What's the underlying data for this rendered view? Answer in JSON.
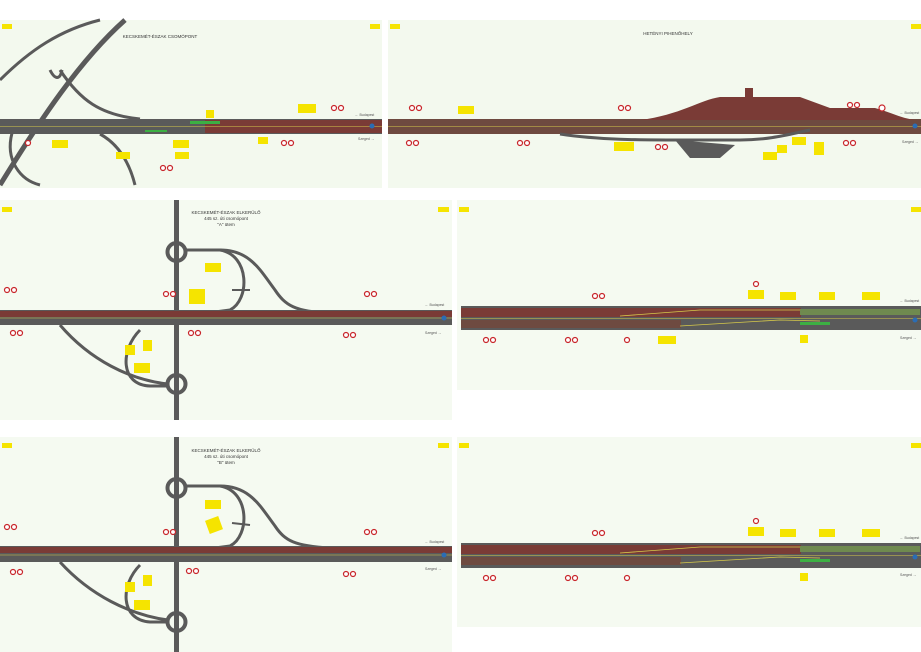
{
  "panels": [
    {
      "id": "p1",
      "title_lines": [
        "KECSKEMÉT-ÉSZAK CSOMÓPONT"
      ]
    },
    {
      "id": "p2",
      "title_lines": [
        "HETÉNYI PIHENŐHELY"
      ]
    },
    {
      "id": "p3",
      "title_lines": [
        "KECSKEMÉT-ÉSZAK ELKERÜLŐ",
        "445 sz. úti csomópont",
        "\"A\" ütem"
      ]
    },
    {
      "id": "p4",
      "title_lines": []
    },
    {
      "id": "p5",
      "title_lines": [
        "KECSKEMÉT-ÉSZAK ELKERÜLŐ",
        "445 sz. úti csomópont",
        "\"B\" ütem"
      ]
    },
    {
      "id": "p6",
      "title_lines": []
    }
  ],
  "directions": {
    "up": "← Budapest",
    "down": "Szeged →"
  },
  "colors": {
    "road": "#5a5a5a",
    "closed": "#7a3b36",
    "sign": "#f5e400",
    "prohibit": "#c8262b",
    "green": "#3cb043",
    "bg": "#f3f9ee"
  }
}
